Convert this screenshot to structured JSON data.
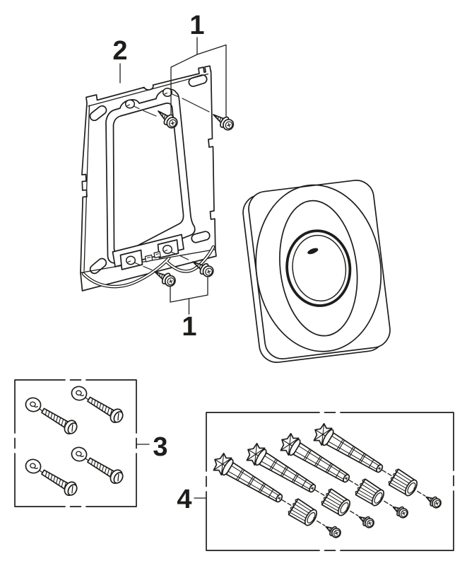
{
  "diagram": {
    "background_color": "#ffffff",
    "line_color": "#1d1d1b",
    "callouts": {
      "top_screws": {
        "label": "1"
      },
      "frame": {
        "label": "2"
      },
      "bottom_screws": {
        "label": "1"
      },
      "screw_washer_kit": {
        "label": "3"
      },
      "adjuster_kit": {
        "label": "4"
      }
    },
    "parts": {
      "frame_icon": "mounting-frame",
      "plate_icon": "flush-plate-with-round-button",
      "logo_icon": "grohe-logo-mark",
      "screw_icon": "flange-head-screw",
      "kit3_icon": "washer-and-slotted-screw-set",
      "kit4_icon": "threaded-adjuster-bolt-set"
    }
  }
}
